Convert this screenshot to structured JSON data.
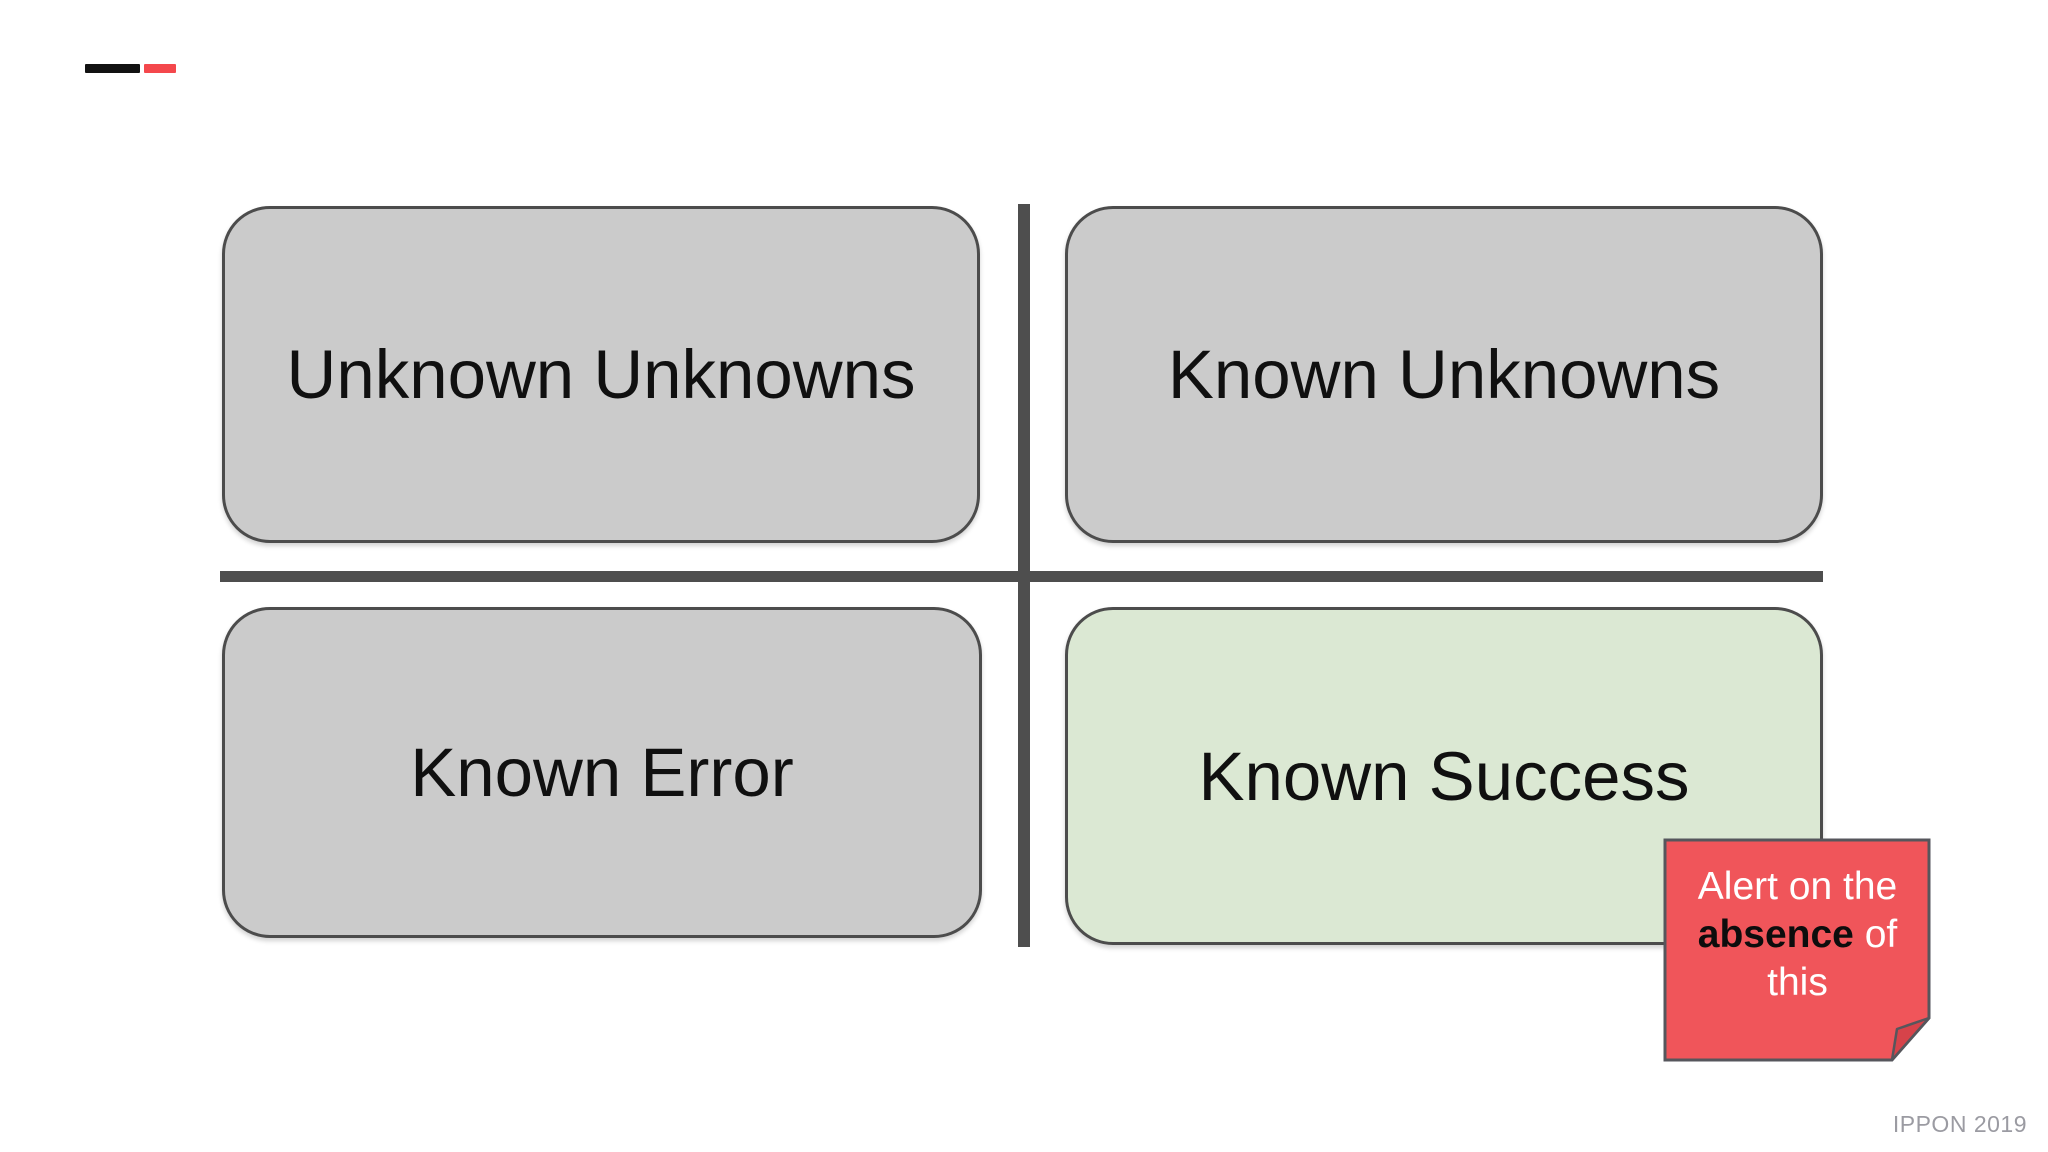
{
  "slide": {
    "description": "Knowns and unknowns 2x2 quadrant diagram"
  },
  "quadrants": [
    {
      "id": "unknown-unknowns",
      "label": "Unknown Unknowns",
      "fill": "#cbcbcb",
      "position": "top-left"
    },
    {
      "id": "known-unknowns",
      "label": "Known Unknowns",
      "fill": "#cbcbcb",
      "position": "top-right"
    },
    {
      "id": "known-error",
      "label": "Known Error",
      "fill": "#cbcbcb",
      "position": "bottom-left"
    },
    {
      "id": "known-success",
      "label": "Known Success",
      "fill": "#dbe8d3",
      "position": "bottom-right"
    }
  ],
  "note": {
    "line1": "Alert on the",
    "bold_word": "absence",
    "line2_rest": " of",
    "line3": "this",
    "fill": "#f0555a",
    "fold_fill": "#d6434a"
  },
  "footer": {
    "text": "IPPON 2019"
  },
  "colors": {
    "box_gray": "#cbcbcb",
    "box_green": "#dbe8d3",
    "shape_stroke": "#4c4c4c",
    "divider": "#4e4e4e",
    "note_red": "#f0555a",
    "note_fold": "#d6434a",
    "note_stroke": "#56565c",
    "label_color": "#101010",
    "footer_gray": "#9b9ba2",
    "logo_black": "#121212",
    "logo_red": "#f4474c",
    "page_bg": "#ffffff"
  }
}
